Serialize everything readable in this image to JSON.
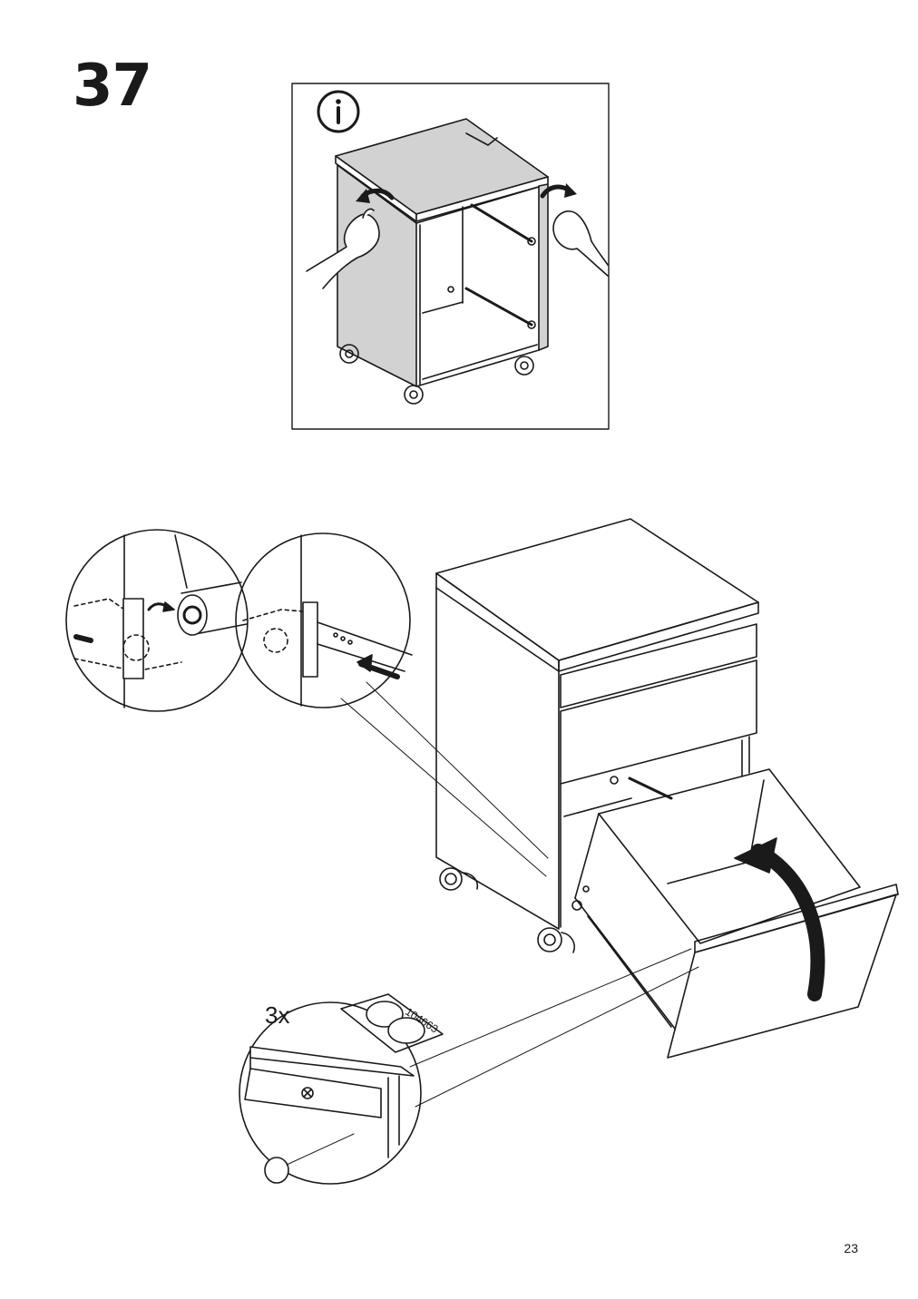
{
  "step": {
    "number": "37"
  },
  "info_panel": {
    "icon": "info-icon"
  },
  "hardware": {
    "quantity": "3x",
    "part_code": "104663"
  },
  "footer": {
    "page_number": "23"
  }
}
